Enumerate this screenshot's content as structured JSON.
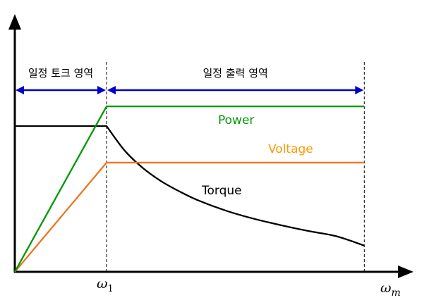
{
  "chart_data": {
    "type": "line",
    "title": "",
    "xlabel": "ω",
    "xlabel_sub": "m",
    "x_tick": {
      "label": "ω",
      "sub": "1",
      "value": 1.0
    },
    "x_end": 3.81,
    "xlim": [
      0,
      4.4
    ],
    "ylim": [
      0,
      1.75
    ],
    "regions": [
      {
        "label": "일정 토크 영역",
        "from": 0,
        "to": 1.0
      },
      {
        "label": "일정 출력 영역",
        "from": 1.0,
        "to": 3.81
      }
    ],
    "series": [
      {
        "name": "Power",
        "color": "#009900",
        "x": [
          0,
          1.0,
          3.81
        ],
        "y": [
          0,
          1.135,
          1.135
        ]
      },
      {
        "name": "Voltage",
        "color": "#E87722",
        "x": [
          0,
          1.0,
          3.81
        ],
        "y": [
          0,
          0.749,
          0.749
        ]
      },
      {
        "name": "Torque",
        "color": "#000000",
        "x": [
          0,
          1.0,
          1.2,
          1.4,
          1.6,
          1.8,
          2.0,
          2.3,
          2.6,
          2.9,
          3.2,
          3.5,
          3.81
        ],
        "y": [
          1.0,
          1.0,
          0.83,
          0.71,
          0.62,
          0.55,
          0.49,
          0.42,
          0.365,
          0.32,
          0.28,
          0.245,
          0.18
        ]
      }
    ],
    "label_colors": {
      "Power": "#009900",
      "Voltage": "#FF9900",
      "Torque": "#000000"
    },
    "arrow_color": "#0000CC",
    "grid": false
  }
}
